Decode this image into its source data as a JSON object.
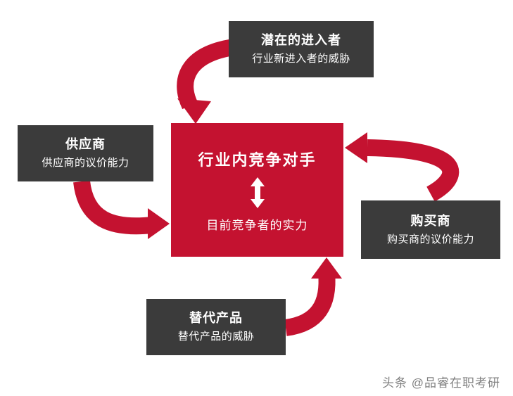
{
  "diagram": {
    "center": {
      "title": "行业内竞争对手",
      "subtitle": "目前竞争者的实力"
    },
    "top": {
      "title": "潜在的进入者",
      "subtitle": "行业新进入者的威胁"
    },
    "left": {
      "title": "供应商",
      "subtitle": "供应商的议价能力"
    },
    "right": {
      "title": "购买商",
      "subtitle": "购买商的议价能力"
    },
    "bottom": {
      "title": "替代产品",
      "subtitle": "替代产品的威胁"
    }
  },
  "watermark": "头条 @品睿在职考研",
  "colors": {
    "accent_red": "#c41230",
    "box_dark": "#3b3b3b",
    "background": "#ffffff",
    "watermark_gray": "#808080"
  }
}
